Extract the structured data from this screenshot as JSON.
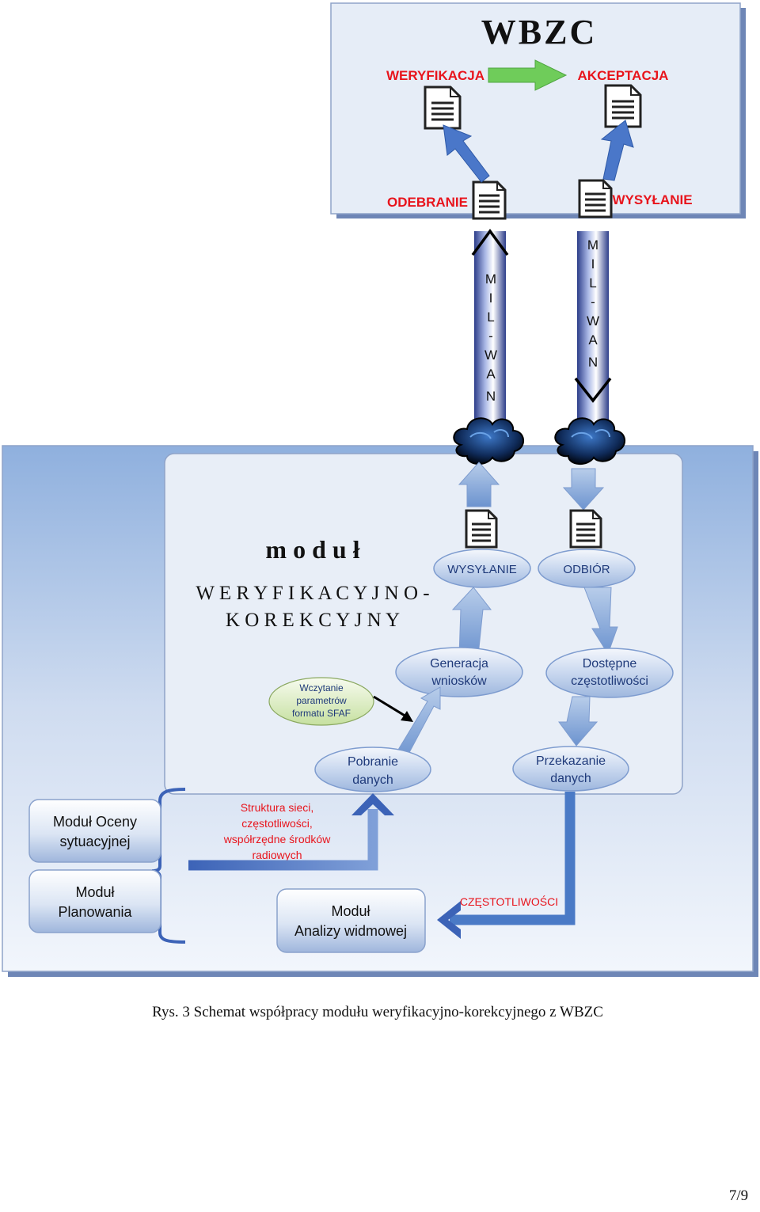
{
  "wbzc": {
    "title": "WBZC",
    "verification": "WERYFIKACJA",
    "acceptance": "AKCEPTACJA",
    "received": "ODEBRANIE",
    "sending": "WYSYŁANIE"
  },
  "milwan": {
    "letters": [
      "M",
      "I",
      "L",
      "-",
      "W",
      "A",
      "N"
    ]
  },
  "module": {
    "title_line1": "m o d u ł",
    "title_line2": "W E R Y F I K A C Y J N O -",
    "title_line3": "K O R E K C Y J N Y",
    "sending": "WYSYŁANIE",
    "receiving": "ODBIÓR",
    "sfaf": [
      "Wczytanie",
      "parametrów",
      "formatu SFAF"
    ],
    "generation": [
      "Generacja",
      "wniosków"
    ],
    "available": [
      "Dostępne",
      "częstotliwości"
    ],
    "download": [
      "Pobranie",
      "danych"
    ],
    "transfer": [
      "Przekazanie",
      "danych"
    ]
  },
  "side": {
    "assessment": [
      "Moduł Oceny",
      "sytuacyjnej"
    ],
    "planning": [
      "Moduł",
      "Planowania"
    ],
    "structure": [
      "Struktura sieci,",
      "częstotliwości,",
      "współrzędne środków",
      "radiowych"
    ],
    "spectrum": [
      "Moduł",
      "Analizy widmowej"
    ],
    "frequencies": "CZĘSTOTLIWOŚCI"
  },
  "caption": "Rys. 3 Schemat współpracy modułu weryfikacyjno-korekcyjnego z WBZC",
  "page_number": "7/9",
  "colors": {
    "red_label": "#e8141c",
    "green_arrow": "#6fcc5a",
    "blue_line": "#4a7ac6",
    "panel_bg": "#e4ecf7",
    "outer_bg": "#8fb0de",
    "accent_blue": "#1f3a9c"
  }
}
